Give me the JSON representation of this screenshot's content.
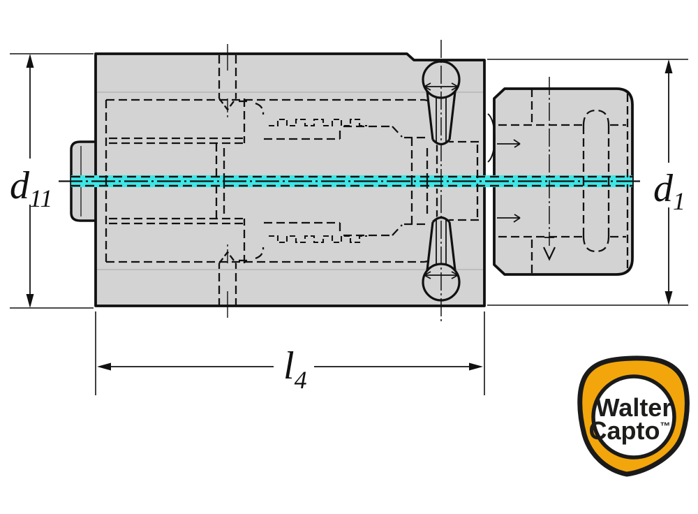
{
  "drawing": {
    "dimension_labels": {
      "d11": {
        "symbol": "d",
        "subscript": "11"
      },
      "d1": {
        "symbol": "d",
        "subscript": "1"
      },
      "l4": {
        "symbol": "l",
        "subscript": "4"
      }
    },
    "colors": {
      "body_fill": "#d3d3d3",
      "outline": "#111111",
      "centerline_highlight": "#3fe6e6",
      "faint_edge": "#b5b5b5",
      "logo_orange": "#f2a60b",
      "logo_text": "#1d1d1b"
    },
    "logo": {
      "line1": "Walter",
      "line2": "Capto",
      "trademark": "™"
    }
  }
}
